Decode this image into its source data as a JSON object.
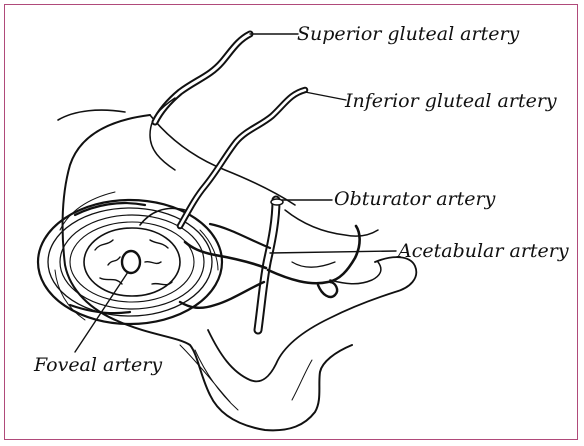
{
  "labels": {
    "superior_gluteal": "Superior gluteal artery",
    "inferior_gluteal": "Inferior gluteal artery",
    "obturator": "Obturator artery",
    "acetabular": "Acetabular artery",
    "foveal": "Foveal artery"
  },
  "colors": {
    "border": "#b04a7a",
    "ink": "#111111"
  }
}
